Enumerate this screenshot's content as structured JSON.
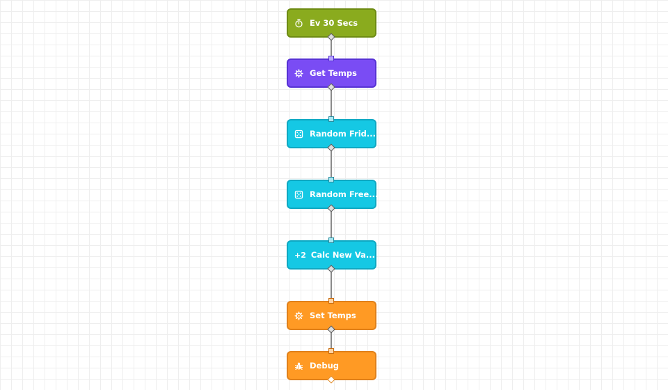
{
  "canvas": {
    "nodes": [
      {
        "label": "Ev 30 Secs",
        "icon": "timer-icon",
        "color": "#8aab1e",
        "border": "#6d8b12"
      },
      {
        "label": "Get Temps",
        "icon": "gear-icon",
        "color": "#7a4cf4",
        "border": "#5631d4"
      },
      {
        "label": "Random Frid...",
        "icon": "dice-icon",
        "color": "#15c8e4",
        "border": "#0ea8c2"
      },
      {
        "label": "Random Free...",
        "icon": "dice-icon",
        "color": "#15c8e4",
        "border": "#0ea8c2"
      },
      {
        "label": "Calc New Va...",
        "icon": "+2",
        "color": "#15c8e4",
        "border": "#0ea8c2"
      },
      {
        "label": "Set Temps",
        "icon": "gear-icon",
        "color": "#ff9a24",
        "border": "#e0801a"
      },
      {
        "label": "Debug",
        "icon": "bug-icon",
        "color": "#ff9a24",
        "border": "#e0801a"
      }
    ]
  }
}
